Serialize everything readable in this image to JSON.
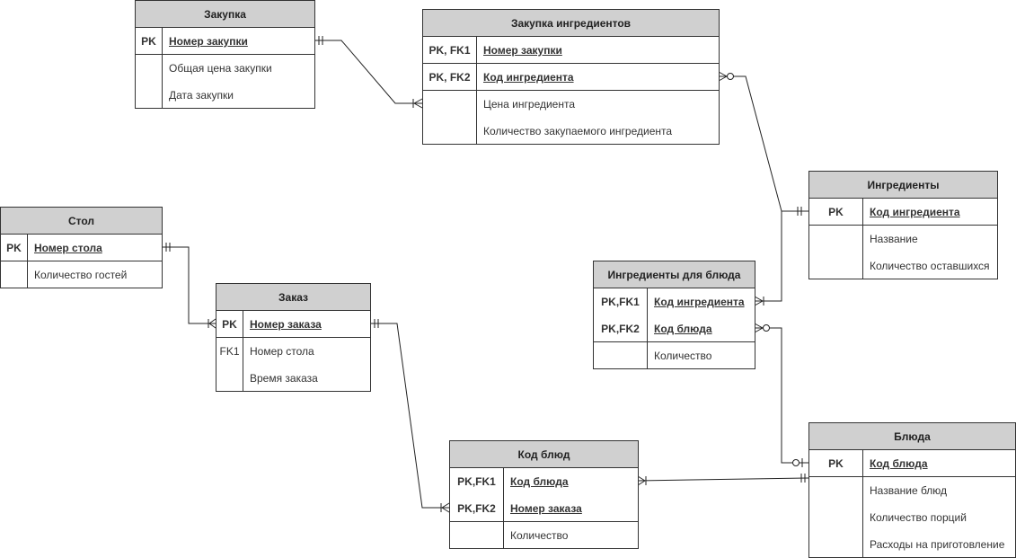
{
  "entities": [
    {
      "id": "zakupka",
      "title": "Закупка",
      "rows": [
        {
          "key": "PK",
          "attr": "Номер закупки",
          "pk": true
        },
        {
          "key": "",
          "attr": "Общая цена закупки",
          "pk": false
        },
        {
          "key": "",
          "attr": "Дата закупки",
          "pk": false
        }
      ]
    },
    {
      "id": "zakupka-ingr",
      "title": "Закупка ингредиентов",
      "rows": [
        {
          "key": "PK, FK1",
          "attr": "Номер закупки",
          "pk": true
        },
        {
          "key": "PK, FK2",
          "attr": "Код ингредиента",
          "pk": true
        },
        {
          "key": "",
          "attr": "Цена ингредиента",
          "pk": false
        },
        {
          "key": "",
          "attr": "Количество закупаемого ингредиента",
          "pk": false
        }
      ]
    },
    {
      "id": "ingredienty",
      "title": "Ингредиенты",
      "rows": [
        {
          "key": "PK",
          "attr": "Код ингредиента",
          "pk": true
        },
        {
          "key": "",
          "attr": "Название",
          "pk": false
        },
        {
          "key": "",
          "attr": "Количество оставшихся",
          "pk": false
        }
      ]
    },
    {
      "id": "stol",
      "title": "Стол",
      "rows": [
        {
          "key": "PK",
          "attr": "Номер стола",
          "pk": true
        },
        {
          "key": "",
          "attr": "Количество гостей",
          "pk": false
        }
      ]
    },
    {
      "id": "zakaz",
      "title": "Заказ",
      "rows": [
        {
          "key": "PK",
          "attr": "Номер заказа",
          "pk": true
        },
        {
          "key": "FK1",
          "attr": "Номер стола",
          "pk": false
        },
        {
          "key": "",
          "attr": "Время заказа",
          "pk": false
        }
      ]
    },
    {
      "id": "ingr-dlya-blyuda",
      "title": "Ингредиенты для блюда",
      "rows": [
        {
          "key": "PK,FK1",
          "attr": "Код ингредиента",
          "pk": true
        },
        {
          "key": "PK,FK2",
          "attr": "Код блюда",
          "pk": true
        },
        {
          "key": "",
          "attr": "Количество",
          "pk": false
        }
      ]
    },
    {
      "id": "kod-blyud",
      "title": "Код блюд",
      "rows": [
        {
          "key": "PK,FK1",
          "attr": "Код блюда",
          "pk": true
        },
        {
          "key": "PK,FK2",
          "attr": "Номер заказа",
          "pk": true
        },
        {
          "key": "",
          "attr": "Количество",
          "pk": false
        }
      ]
    },
    {
      "id": "blyuda",
      "title": "Блюда",
      "rows": [
        {
          "key": "PK",
          "attr": "Код блюда",
          "pk": true
        },
        {
          "key": "",
          "attr": "Название блюд",
          "pk": false
        },
        {
          "key": "",
          "attr": "Количество порций",
          "pk": false
        },
        {
          "key": "",
          "attr": "Расходы на приготовление",
          "pk": false
        }
      ]
    }
  ],
  "relationships": [
    {
      "from": "zakupka",
      "to": "zakupka-ingr",
      "from_end": "one-mandatory",
      "to_end": "many-mandatory"
    },
    {
      "from": "ingredienty",
      "to": "zakupka-ingr",
      "from_end": "one-mandatory",
      "to_end": "zero-or-many"
    },
    {
      "from": "ingredienty",
      "to": "ingr-dlya-blyuda",
      "from_end": "one-mandatory",
      "to_end": "many-mandatory"
    },
    {
      "from": "blyuda",
      "to": "ingr-dlya-blyuda",
      "from_end": "zero-or-one",
      "to_end": "zero-or-many"
    },
    {
      "from": "stol",
      "to": "zakaz",
      "from_end": "one-mandatory",
      "to_end": "many-mandatory"
    },
    {
      "from": "zakaz",
      "to": "kod-blyud",
      "from_end": "one-mandatory",
      "to_end": "many-mandatory"
    },
    {
      "from": "blyuda",
      "to": "kod-blyud",
      "from_end": "one-mandatory",
      "to_end": "many-mandatory"
    }
  ]
}
